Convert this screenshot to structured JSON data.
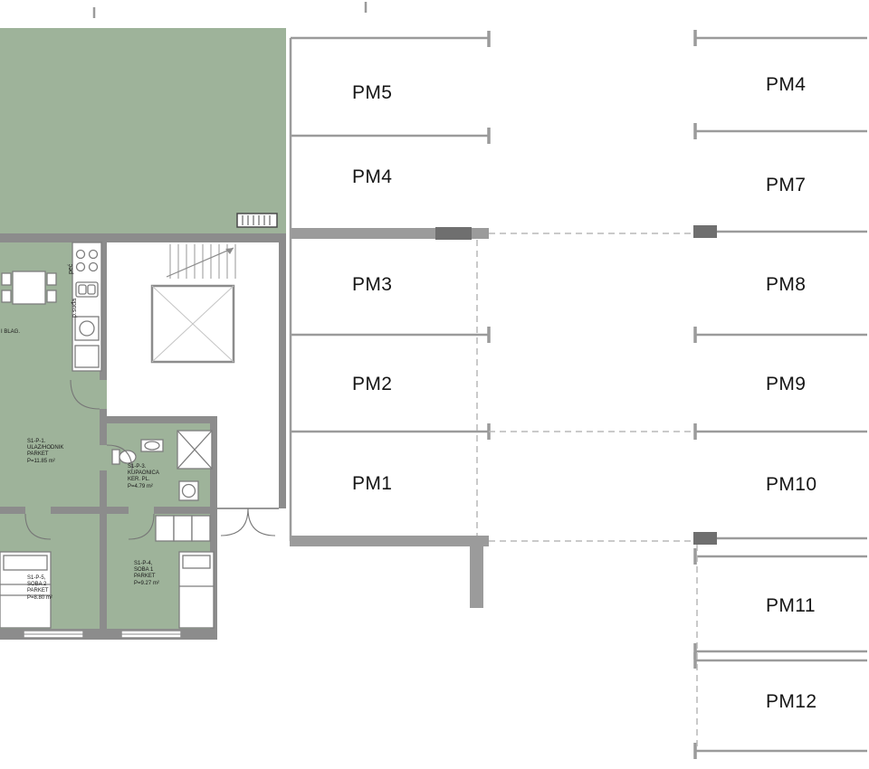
{
  "plan": {
    "living_label": "I BLAG.",
    "kitchen": {
      "stove": "peć",
      "dishwasher": "p.suđa"
    },
    "rooms": [
      {
        "id": "S1-P-1.",
        "name": "ULAZ/HODNIK",
        "finish": "PARKET",
        "area": "P=11.85 m²"
      },
      {
        "id": "S1-P-3.",
        "name": "KUPAONICA",
        "finish": "KER. PL.",
        "area": "P=4.79 m²"
      },
      {
        "id": "S1-P-5,",
        "name": "SOBA 2",
        "finish": "PARKET",
        "area": "P=8.80 m²"
      },
      {
        "id": "S1-P-4,",
        "name": "SOBA 1",
        "finish": "PARKET",
        "area": "P=9.27 m²"
      }
    ]
  },
  "parking": {
    "middle": [
      "PM5",
      "PM4",
      "PM3",
      "PM2",
      "PM1"
    ],
    "right": [
      "PM4",
      "PM7",
      "PM8",
      "PM9",
      "PM10",
      "PM11",
      "PM12"
    ]
  },
  "colors": {
    "room_green": "#9eb39a",
    "wall_gray": "#8c8c8c",
    "parking_line_gray": "#9b9b9b",
    "dark_wall_block": "#6f6f6f",
    "label_black": "#161616"
  }
}
